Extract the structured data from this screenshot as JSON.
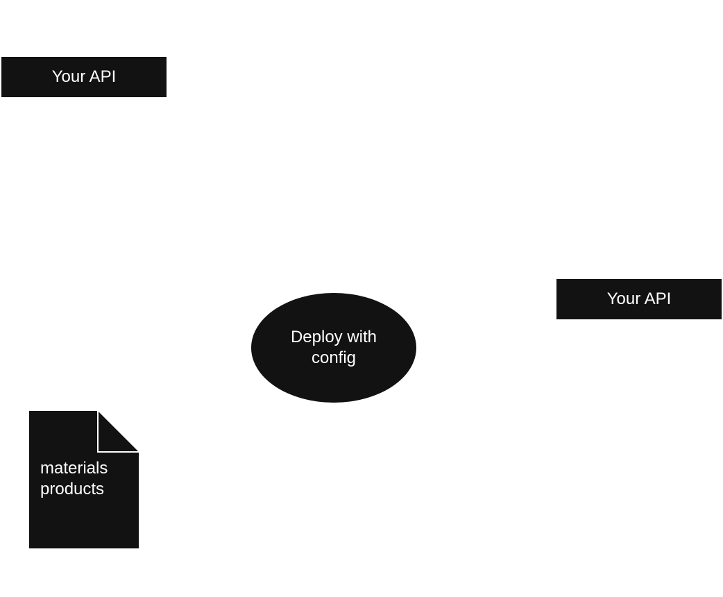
{
  "diagram": {
    "nodes": {
      "api_top": {
        "label": "Your API"
      },
      "api_right": {
        "label": "Your API"
      },
      "deploy": {
        "label": "Deploy with config"
      },
      "document": {
        "lines": [
          "materials",
          "products"
        ]
      }
    },
    "colors": {
      "node_fill": "#121212",
      "node_text": "#ffffff",
      "background": "#ffffff"
    }
  }
}
